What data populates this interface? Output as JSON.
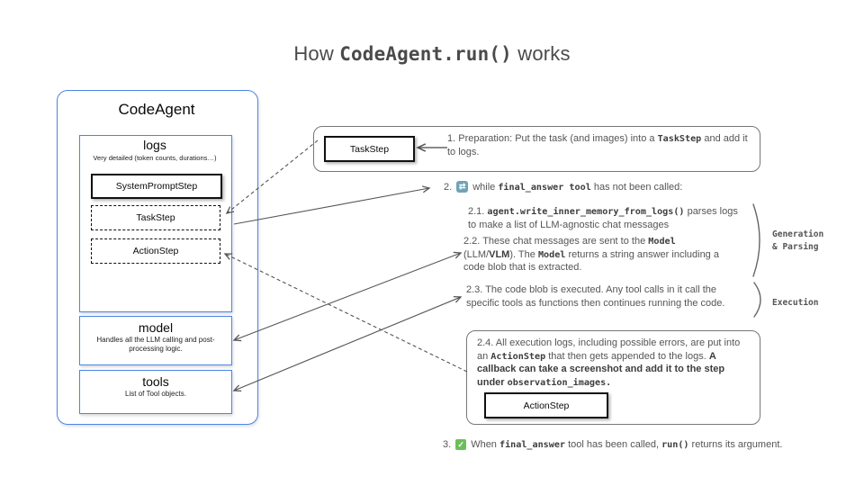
{
  "title": {
    "segments": [
      {
        "t": "How ",
        "s": "plain"
      },
      {
        "t": "CodeAgent.run()",
        "s": "mono"
      },
      {
        "t": " works",
        "s": "plain"
      }
    ]
  },
  "agent_panel": {
    "title": "CodeAgent",
    "logs": {
      "title": "logs",
      "subtitle": "Very detailed (token counts, durations…)",
      "steps": [
        {
          "label": "SystemPromptStep"
        },
        {
          "label": "TaskStep"
        },
        {
          "label": "ActionStep"
        }
      ]
    },
    "model": {
      "title": "model",
      "subtitle": "Handles all the LLM calling and post-processing logic."
    },
    "tools": {
      "title": "tools",
      "subtitle": "List of Tool objects."
    }
  },
  "flow": {
    "step1": {
      "box_label": "TaskStep",
      "text": [
        {
          "t": "1.  Preparation: Put the task (and images) into a ",
          "s": "plain"
        },
        {
          "t": "TaskStep",
          "s": "mono"
        },
        {
          "t": " and add it to logs.",
          "s": "plain"
        }
      ]
    },
    "step2": {
      "num": "2.",
      "icon_glyph": "⇄",
      "text": [
        {
          "t": "while ",
          "s": "plain"
        },
        {
          "t": "final_answer tool",
          "s": "mono"
        },
        {
          "t": " has not been called:",
          "s": "plain"
        }
      ]
    },
    "step2_1": {
      "text": [
        {
          "t": "2.1. ",
          "s": "plain"
        },
        {
          "t": "agent.write_inner_memory_from_logs()",
          "s": "mono"
        },
        {
          "t": " parses logs to make a list of LLM-agnostic chat messages",
          "s": "plain"
        }
      ]
    },
    "step2_2": {
      "text": [
        {
          "t": "2.2. These chat messages are sent to the ",
          "s": "plain"
        },
        {
          "t": "Model",
          "s": "mono"
        },
        {
          "t": " (LLM/",
          "s": "plain"
        },
        {
          "t": "VLM",
          "s": "bold"
        },
        {
          "t": "). The ",
          "s": "plain"
        },
        {
          "t": "Model",
          "s": "mono"
        },
        {
          "t": " returns a string answer including a code blob that is extracted.",
          "s": "plain"
        }
      ]
    },
    "step2_3": {
      "text": [
        {
          "t": "2.3. The code blob is executed. Any tool calls in it call the specific tools as functions then continues running the code.",
          "s": "plain"
        }
      ]
    },
    "step2_4": {
      "box_label": "ActionStep",
      "text": [
        {
          "t": "2.4. All execution logs, including possible errors, are put into an ",
          "s": "plain"
        },
        {
          "t": "ActionStep",
          "s": "mono"
        },
        {
          "t": " that then gets appended to the logs. ",
          "s": "plain"
        },
        {
          "t": "A callback can  take a screenshot and add it to the step under ",
          "s": "bold"
        },
        {
          "t": "observation_images.",
          "s": "mono"
        }
      ]
    },
    "step3": {
      "num": "3.",
      "icon_glyph": "✓",
      "text": [
        {
          "t": "When ",
          "s": "plain"
        },
        {
          "t": "final_answer",
          "s": "mono"
        },
        {
          "t": " tool has been called, ",
          "s": "plain"
        },
        {
          "t": "run()",
          "s": "mono"
        },
        {
          "t": " returns its argument.",
          "s": "plain"
        }
      ]
    },
    "group_labels": {
      "generation": "Generation\n& Parsing",
      "execution": "Execution"
    }
  },
  "colors": {
    "accent_blue": "#4a86e8",
    "border_gray": "#777777",
    "text_gray": "#555555",
    "loop_icon_bg": "#6fa3b8",
    "check_icon_bg": "#6bbf59",
    "arrow": "#555555"
  }
}
